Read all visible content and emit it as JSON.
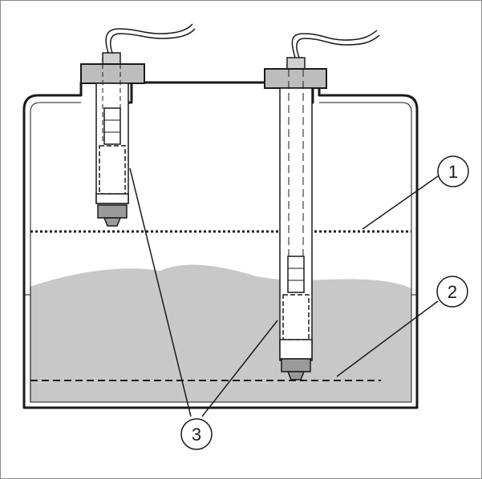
{
  "diagram": {
    "callouts": [
      {
        "id": "1",
        "label": "1"
      },
      {
        "id": "2",
        "label": "2"
      },
      {
        "id": "3",
        "label": "3"
      }
    ],
    "colors": {
      "line": "#1a1a1a",
      "liquid": "#c8c8c8",
      "flange": "#bdbdbd",
      "sensor-body": "#ffffff",
      "fitting": "#9a9a9a"
    }
  }
}
